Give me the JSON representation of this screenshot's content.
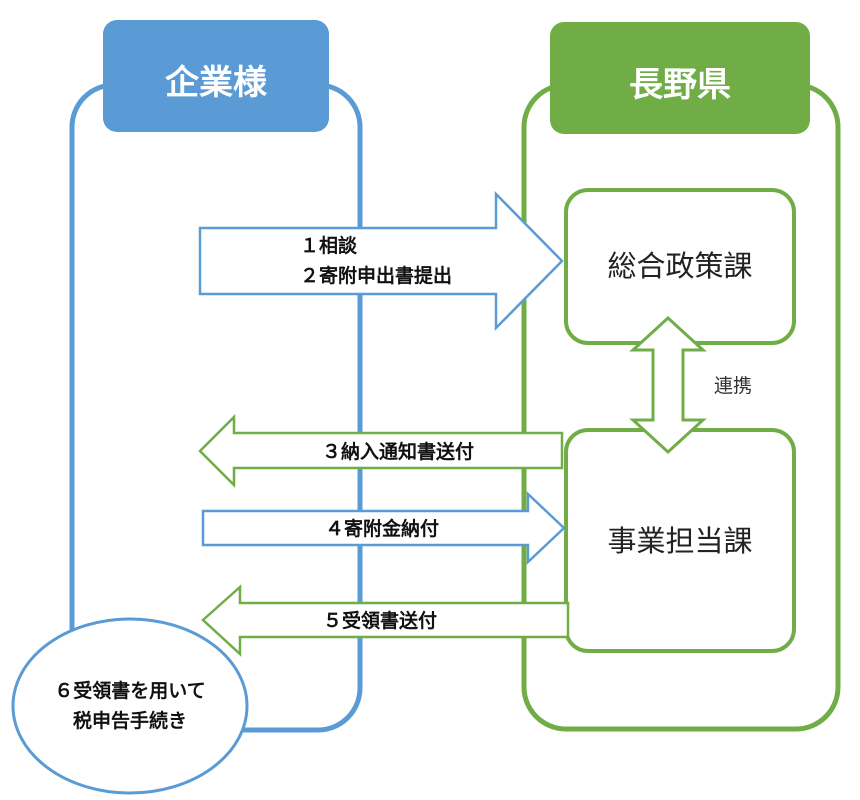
{
  "columns": {
    "company": {
      "label": "企業様",
      "color": "#5b9bd5"
    },
    "prefecture": {
      "label": "長野県",
      "color": "#70ad47"
    }
  },
  "departments": {
    "policy": {
      "label": "総合政策課"
    },
    "project": {
      "label": "事業担当課"
    }
  },
  "link_label": "連携",
  "arrows": {
    "step1": {
      "line1": "１相談",
      "line2": "２寄附申出書提出",
      "direction": "right",
      "color": "#5b9bd5"
    },
    "step3": {
      "label": "３納入通知書送付",
      "direction": "left",
      "color": "#70ad47"
    },
    "step4": {
      "label": "４寄附金納付",
      "direction": "right",
      "color": "#5b9bd5"
    },
    "step5": {
      "label": "５受領書送付",
      "direction": "left",
      "color": "#70ad47"
    }
  },
  "final_step": {
    "line1": "６受領書を用いて",
    "line2": "税申告手続き"
  }
}
